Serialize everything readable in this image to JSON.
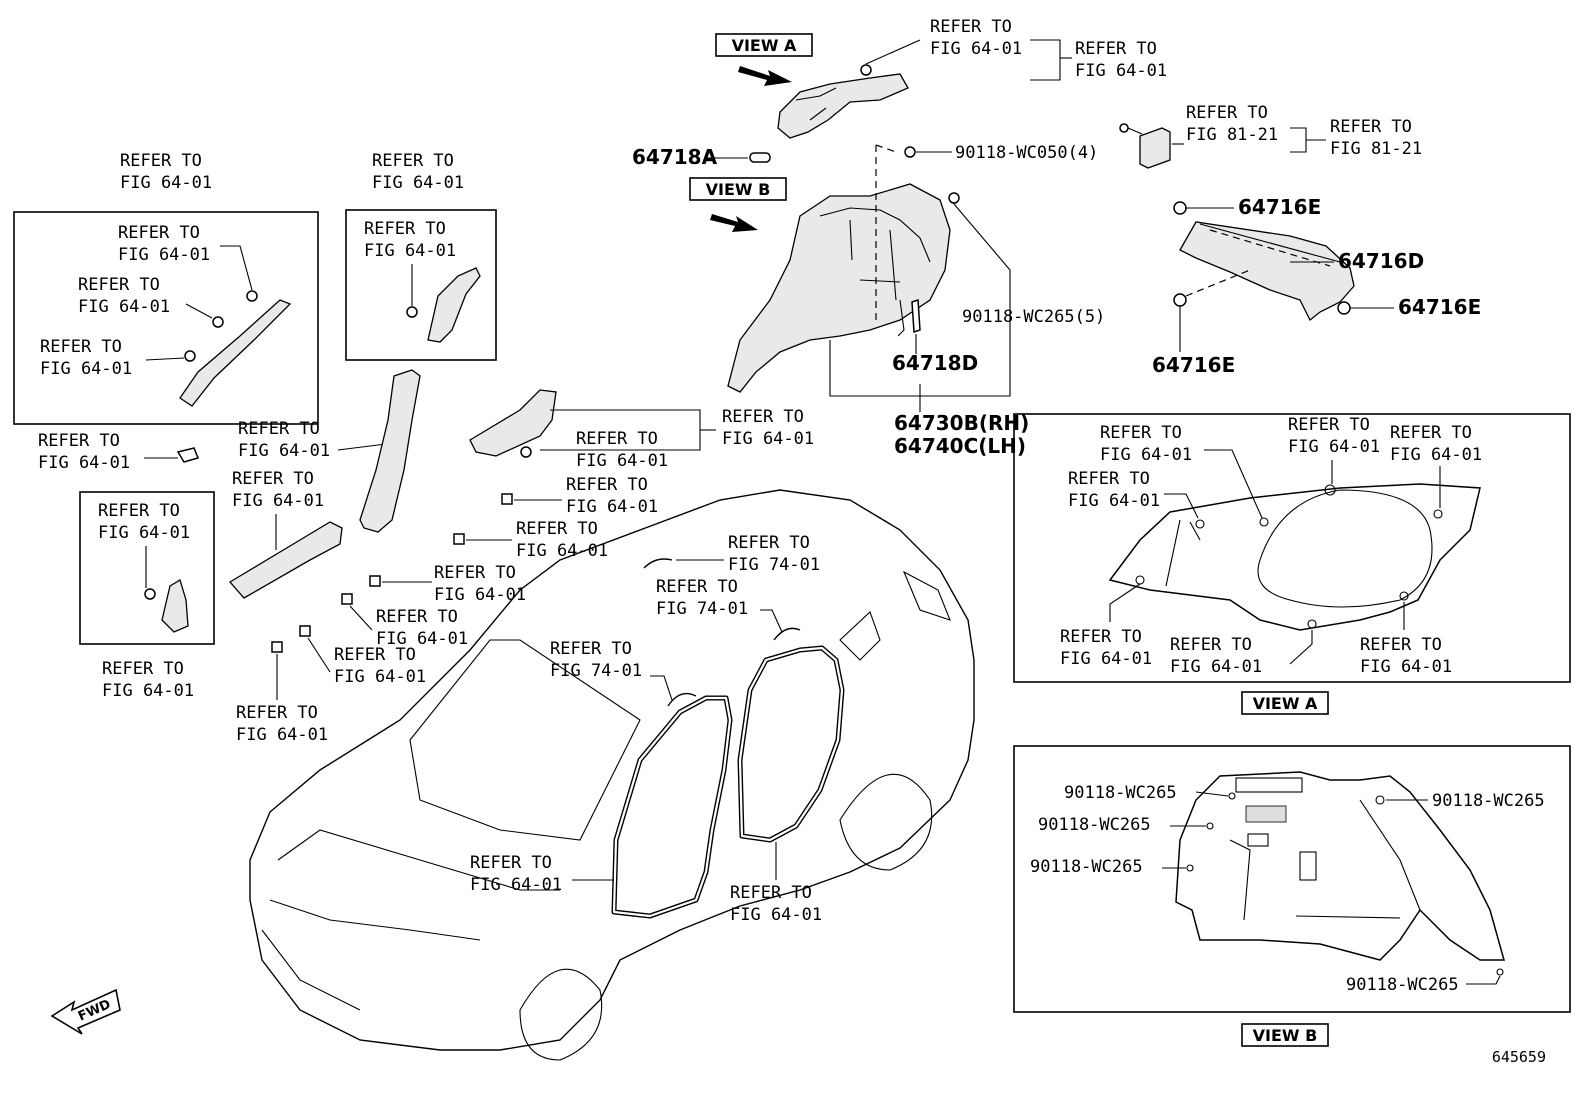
{
  "refer": {
    "l1": "REFER TO",
    "fig_64_01": "FIG 64-01",
    "fig_74_01": "FIG 74-01",
    "fig_81_21": "FIG 81-21"
  },
  "views": {
    "a": "VIEW A",
    "b": "VIEW B"
  },
  "parts": {
    "p64718A": "64718A",
    "p90118_wc050": "90118-WC050(4)",
    "p90118_wc265_5": "90118-WC265(5)",
    "p64718D": "64718D",
    "p64730B": "64730B(RH)",
    "p64740C": "64740C(LH)",
    "p64716E": "64716E",
    "p64716D": "64716D",
    "p90118_wc265": "90118-WC265"
  },
  "fwd": "FWD",
  "diagram_id": "645659"
}
